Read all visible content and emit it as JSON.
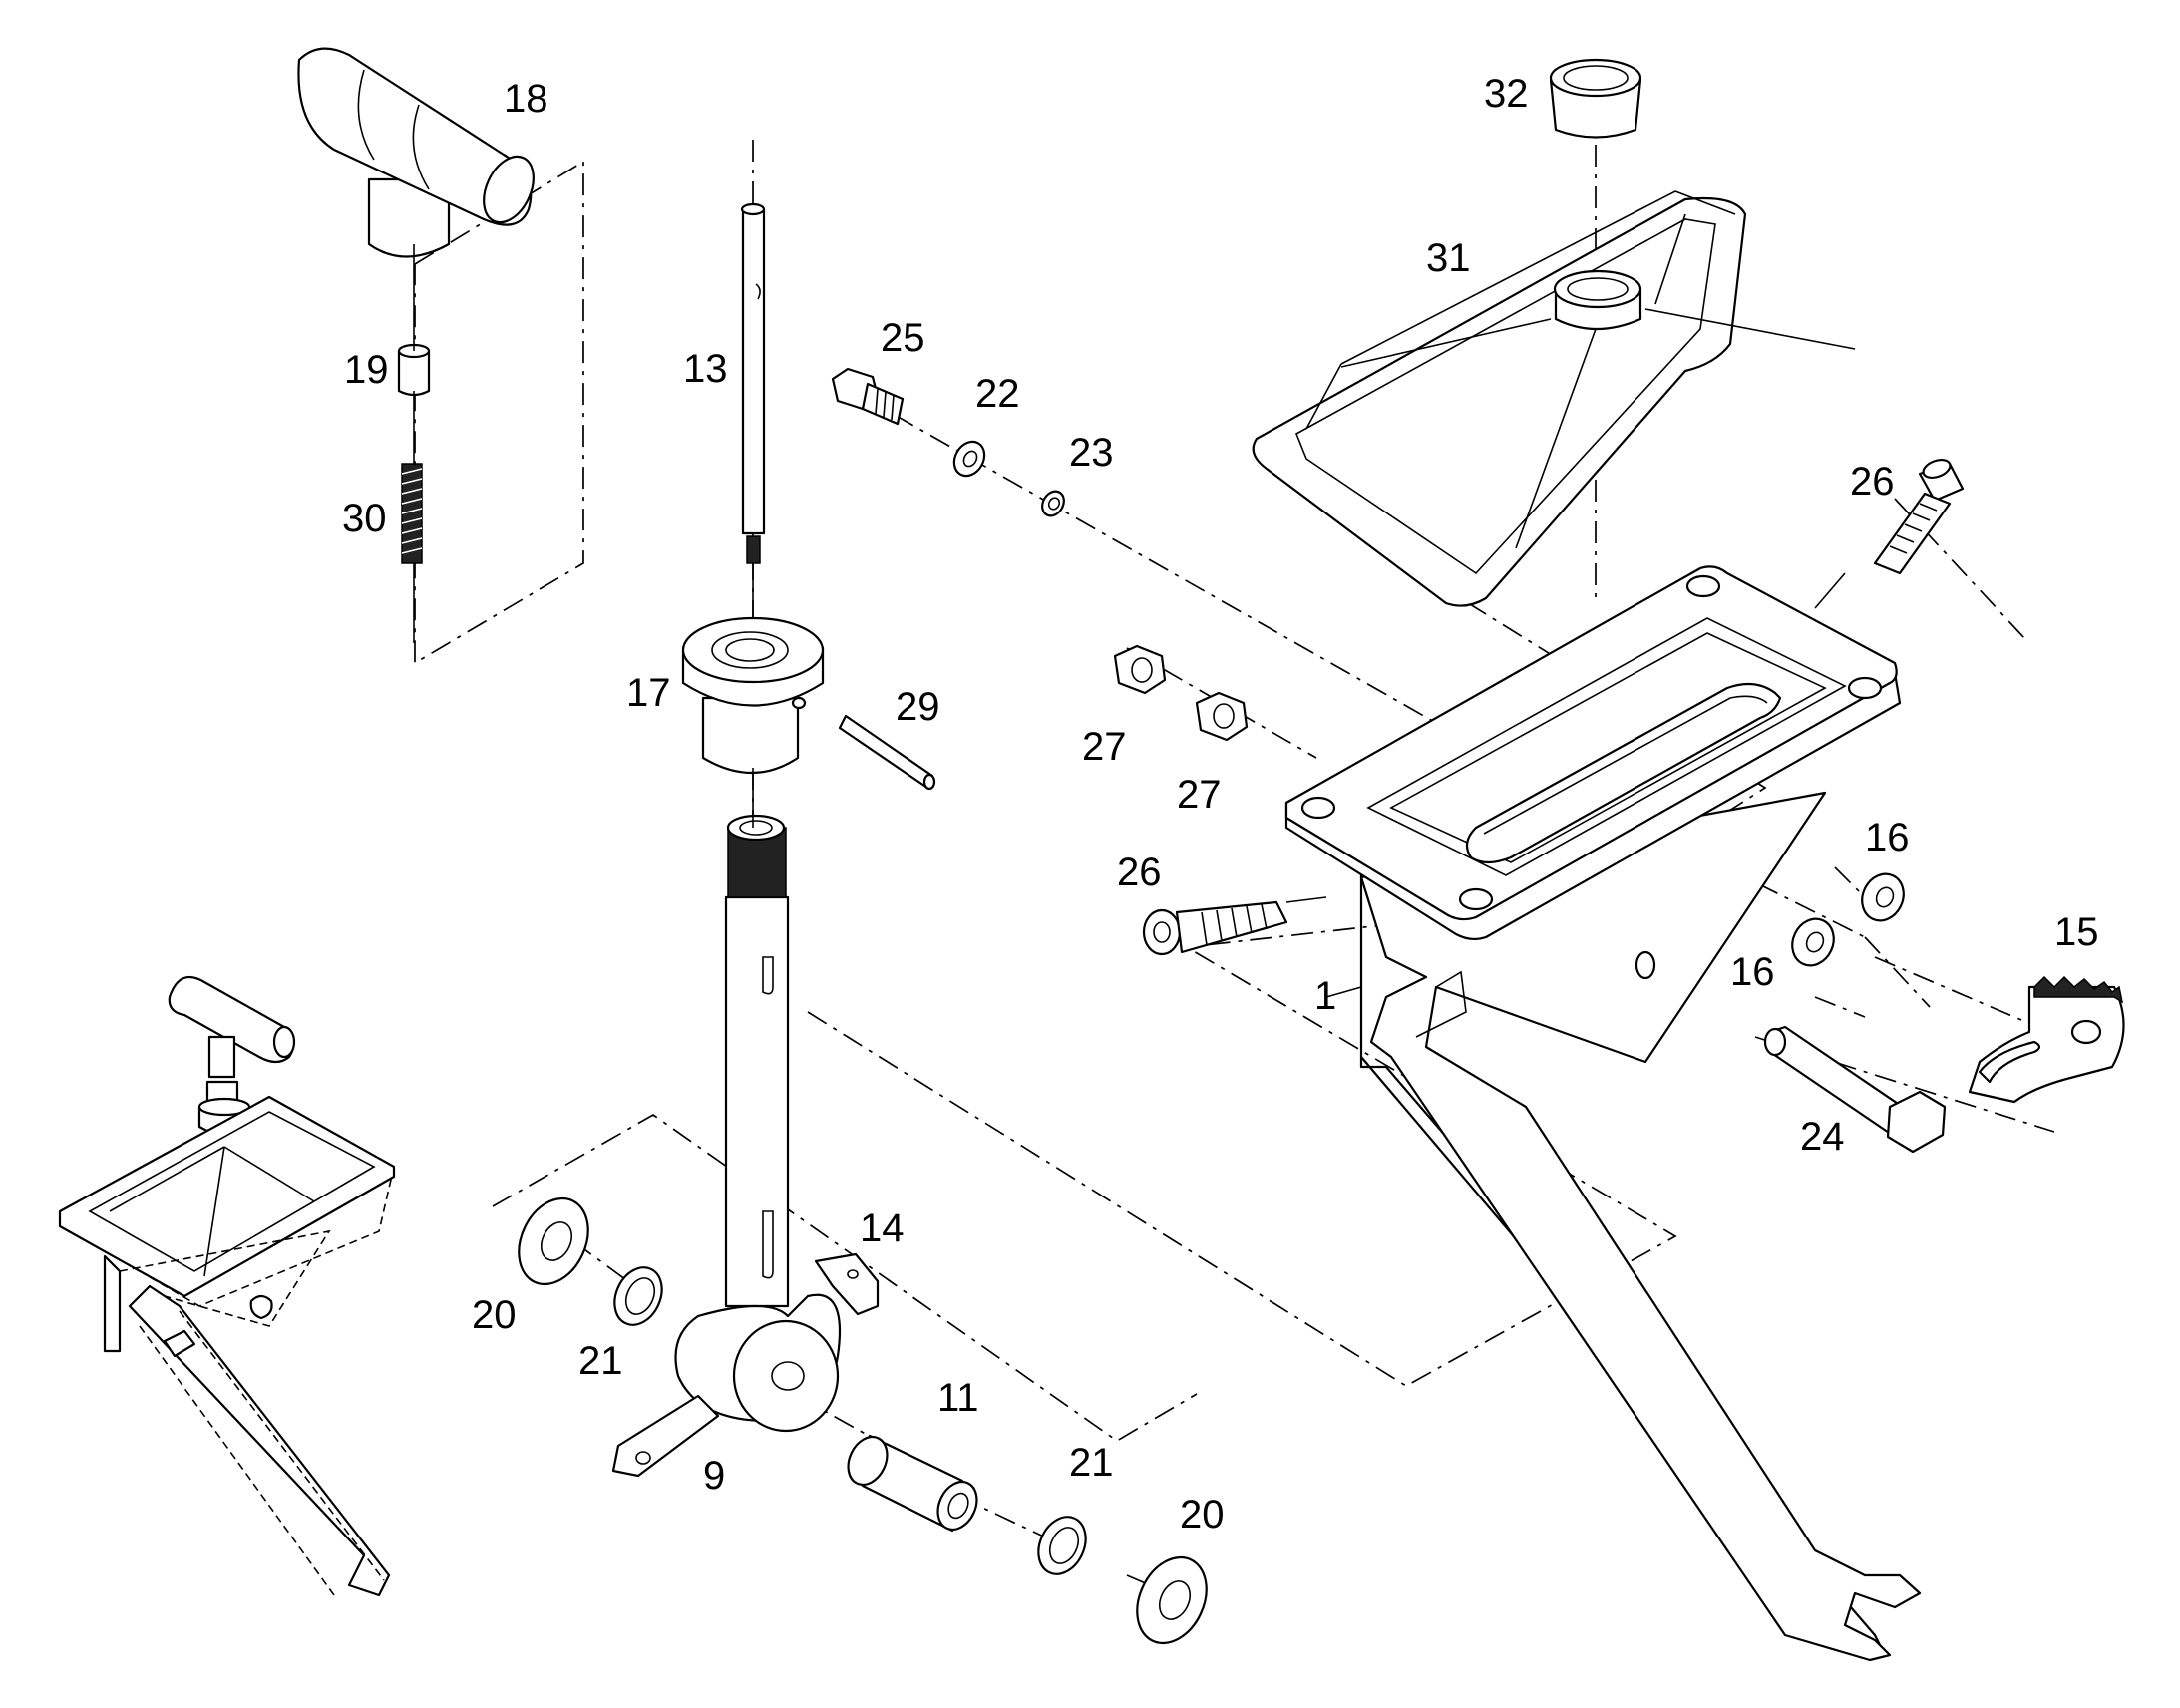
{
  "callouts": {
    "c1": "1",
    "c9": "9",
    "c11": "11",
    "c13": "13",
    "c14": "14",
    "c15": "15",
    "c16a": "16",
    "c16b": "16",
    "c17": "17",
    "c18": "18",
    "c19": "19",
    "c20a": "20",
    "c20b": "20",
    "c21a": "21",
    "c21b": "21",
    "c22": "22",
    "c23": "23",
    "c24": "24",
    "c25": "25",
    "c26a": "26",
    "c26b": "26",
    "c27a": "27",
    "c27b": "27",
    "c29": "29",
    "c30": "30",
    "c31": "31",
    "c32": "32"
  }
}
